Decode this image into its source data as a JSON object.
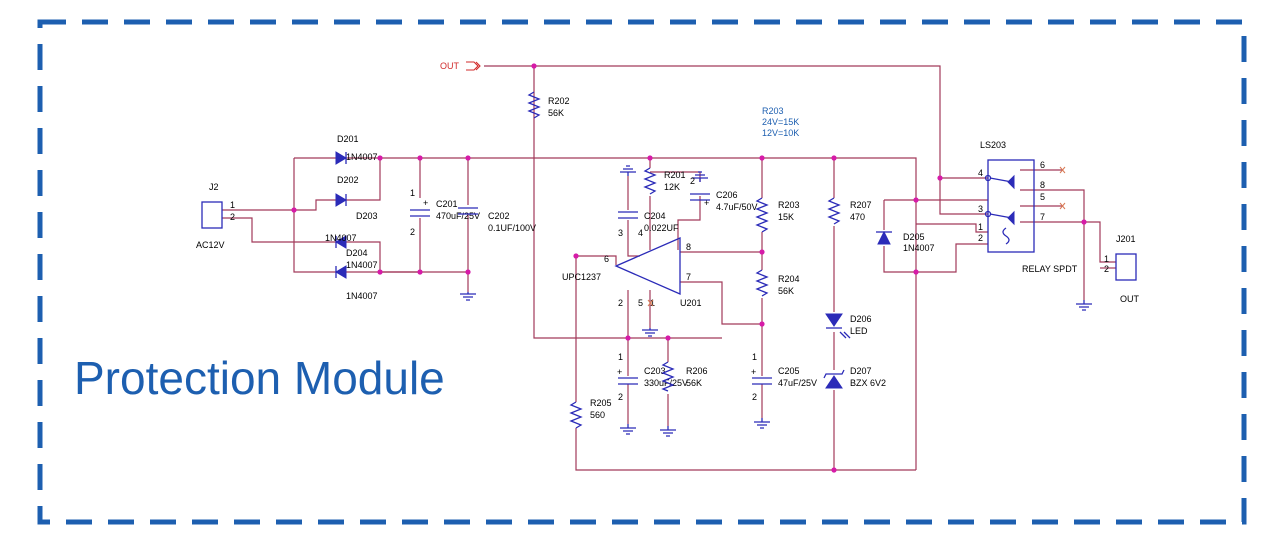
{
  "title": "Protection Module",
  "colors": {
    "border": "#1d5fb0",
    "wire": "#a23a5a",
    "component": "#2b2bb8",
    "junction": "#d61ba8",
    "title": "#1d5fb0"
  },
  "net_out": "OUT",
  "components": {
    "j2": {
      "ref": "J2",
      "value": "AC12V",
      "pin1": "1",
      "pin2": "2"
    },
    "d201": {
      "ref": "D201",
      "value": "1N4007"
    },
    "d202": {
      "ref": "D202"
    },
    "d203": {
      "ref": "D203",
      "value": "1N4007"
    },
    "d204": {
      "ref": "D204",
      "value": "1N4007"
    },
    "d204b": {
      "value": "1N4007"
    },
    "c201": {
      "ref": "C201",
      "value": "470uF/25V",
      "pin1": "1",
      "pin2": "2"
    },
    "c202": {
      "ref": "C202",
      "value": "0.1UF/100V"
    },
    "r202": {
      "ref": "R202",
      "value": "56K"
    },
    "r203_note": {
      "ref": "R203",
      "line1": "24V=15K",
      "line2": "12V=10K"
    },
    "r201": {
      "ref": "R201",
      "value": "12K"
    },
    "c206": {
      "ref": "C206",
      "value": "4.7uF/50V",
      "pin2": "2"
    },
    "c204": {
      "ref": "C204",
      "value": "0.022UF",
      "pin3": "3",
      "pin4": "4"
    },
    "r203": {
      "ref": "R203",
      "value": "15K"
    },
    "r207": {
      "ref": "R207",
      "value": "470"
    },
    "d205": {
      "ref": "D205",
      "value": "1N4007"
    },
    "u201": {
      "ref": "U201",
      "value": "UPC1237",
      "pin6": "6",
      "pin8": "8",
      "pin7": "7",
      "pin2": "2",
      "pin5": "5",
      "pin1": "1"
    },
    "r204": {
      "ref": "R204",
      "value": "56K"
    },
    "d206": {
      "ref": "D206",
      "value": "LED"
    },
    "c203": {
      "ref": "C203",
      "value": "330uF/25V",
      "pin1": "1",
      "pin2": "2"
    },
    "r206": {
      "ref": "R206",
      "value": "56K"
    },
    "c205": {
      "ref": "C205",
      "value": "47uF/25V",
      "pin1": "1",
      "pin2": "2"
    },
    "d207": {
      "ref": "D207",
      "value": "BZX 6V2"
    },
    "r205": {
      "ref": "R205",
      "value": "560"
    },
    "ls203": {
      "ref": "LS203",
      "value": "RELAY SPDT",
      "pin6": "6",
      "pin4": "4",
      "pin8": "8",
      "pin3": "3",
      "pin5": "5",
      "pin7": "7",
      "pin1": "1",
      "pin2": "2"
    },
    "j201": {
      "ref": "J201",
      "value": "OUT",
      "pin1": "1",
      "pin2": "2"
    }
  }
}
